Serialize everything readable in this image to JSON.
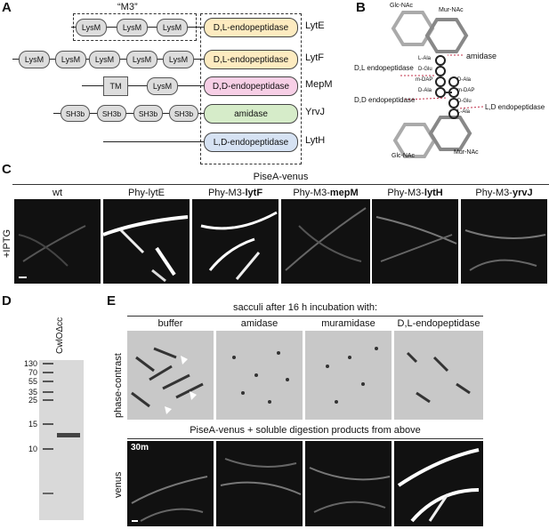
{
  "panelA": {
    "label": "A",
    "m3_label": "“M3”",
    "lysm": "LysM",
    "tm": "TM",
    "sh3b": "SH3b",
    "rows": [
      {
        "enzyme": "D,L-endopeptidase",
        "name": "LytE",
        "color": "#fdebc0"
      },
      {
        "enzyme": "D,L-endopeptidase",
        "name": "LytF",
        "color": "#fdebc0"
      },
      {
        "enzyme": "D,D-endopeptidase",
        "name": "MepM",
        "color": "#f7cfe6"
      },
      {
        "enzyme": "amidase",
        "name": "YrvJ",
        "color": "#d6ecc9"
      },
      {
        "enzyme": "L,D-endopeptidase",
        "name": "LytH",
        "color": "#d6e2f3"
      }
    ]
  },
  "panelB": {
    "label": "B",
    "glcnac_top": "Glc-NAc",
    "murnac_top": "Mur-NAc",
    "amidase": "amidase",
    "dl_endo": "D,L endopeptidase",
    "dd_endo": "D,D endopeptidase",
    "ld_endo": "L,D endopeptidase",
    "residues_left": [
      "L-Ala",
      "D-Glu",
      "m-DAP",
      "D-Ala"
    ],
    "residues_right": [
      "D-Ala",
      "m-DAP",
      "D-Glu",
      "L-Ala"
    ],
    "glcnac_bottom": "Glc-NAc",
    "murnac_bottom": "Mur-NAc"
  },
  "panelC": {
    "label": "C",
    "header": "PiseA-venus",
    "side": "+IPTG",
    "columns": [
      {
        "pre": "wt",
        "bold": ""
      },
      {
        "pre": "Phy-lytE",
        "bold": ""
      },
      {
        "pre": "Phy-M3-",
        "bold": "lytF"
      },
      {
        "pre": "Phy-M3-",
        "bold": "mepM"
      },
      {
        "pre": "Phy-M3-",
        "bold": "lytH"
      },
      {
        "pre": "Phy-M3-",
        "bold": "yrvJ"
      }
    ]
  },
  "panelD": {
    "label": "D",
    "lane": "CwlOΔcc",
    "markers": [
      "130",
      "70",
      "55",
      "35",
      "25",
      "15",
      "10"
    ]
  },
  "panelE": {
    "label": "E",
    "header": "sacculi after 16 h incubation with:",
    "columns": [
      "buffer",
      "amidase",
      "muramidase",
      "D,L-endopeptidase"
    ],
    "row1_label": "phase-contrast",
    "header2": "PiseA-venus + soluble digestion products from above",
    "row2_label": "venus",
    "time": "30m"
  }
}
